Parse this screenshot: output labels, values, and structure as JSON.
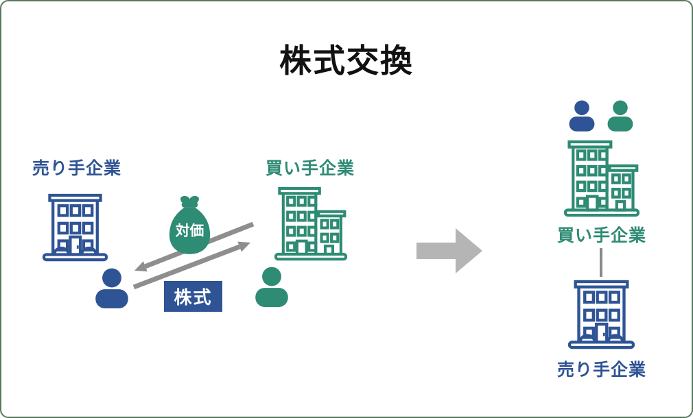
{
  "title": "株式交換",
  "colors": {
    "blue": "#2F5496",
    "teal": "#2E8B74",
    "arrow_gray": "#8E8E8E",
    "big_arrow_gray": "#B5B5B5",
    "connector_gray": "#8A8A8A",
    "border_green": "#56795E",
    "title_black": "#111111"
  },
  "before": {
    "seller_label": "売り手企業",
    "buyer_label": "買い手企業",
    "consideration_label": "対価",
    "shares_label": "株式"
  },
  "after": {
    "buyer_label": "買い手企業",
    "seller_label": "売り手企業"
  },
  "icons": {
    "seller_building": "three-story-building-icon",
    "buyer_building": "office-complex-icon",
    "person": "person-icon",
    "money_bag": "money-bag-icon",
    "exchange_arrows": "two-way-diagonal-arrows-icon",
    "transition": "right-block-arrow-icon"
  }
}
